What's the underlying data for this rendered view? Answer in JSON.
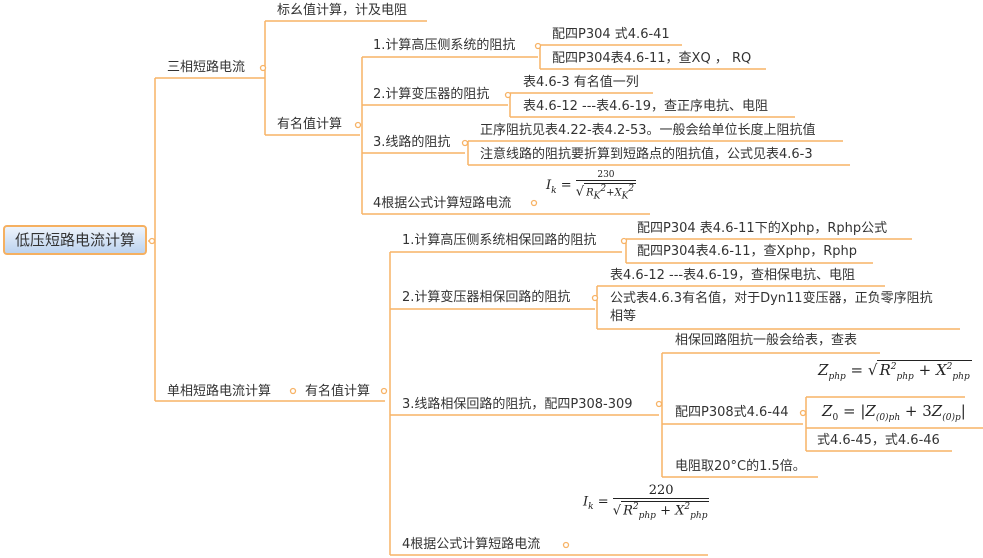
{
  "root": "低压短路电流计算",
  "three_phase": {
    "label": "三相短路电流",
    "per_unit": "标幺值计算，计及电阻",
    "named": {
      "label": "有名值计算",
      "steps": [
        {
          "label": "1.计算高压侧系统的阻抗",
          "children": [
            "配四P304 式4.6-41",
            "配四P304表4.6-11，查XQ ， RQ"
          ]
        },
        {
          "label": "2.计算变压器的阻抗",
          "children": [
            "表4.6-3 有名值一列",
            "表4.6-12 ---表4.6-19，查正序电抗、电阻"
          ]
        },
        {
          "label": "3.线路的阻抗",
          "children": [
            "正序阻抗见表4.22-表4.2-53。一般会给单位长度上阻抗值",
            "注意线路的阻抗要折算到短路点的阻抗值，公式见表4.6-3"
          ]
        },
        {
          "label": "4根据公式计算短路电流",
          "formula": {
            "lhs": "I",
            "lhs_sub": "k",
            "eq": "=",
            "numerator": "230",
            "r": "R",
            "r_sub": "K",
            "x": "X",
            "x_sub": "K",
            "exp": "2",
            "plus": "+"
          }
        }
      ]
    }
  },
  "single_phase": {
    "label": "单相短路电流计算",
    "named": {
      "label": "有名值计算",
      "steps": [
        {
          "label": "1.计算高压侧系统相保回路的阻抗",
          "children": [
            "配四P304 表4.6-11下的Xphp，Rphp公式",
            "配四P304表4.6-11，查Xphp，Rphp"
          ]
        },
        {
          "label": "2.计算变压器相保回路的阻抗",
          "children": [
            "表4.6-12 ---表4.6-19，查相保电抗、电阻",
            "公式表4.6.3有名值，对于Dyn11变压器，正负零序阻抗",
            "相等"
          ]
        },
        {
          "label": "3.线路相保回路的阻抗，配四P308-309",
          "children": [
            "相保回路阻抗一般会给表，查表",
            "配四P308式4.6-44",
            "电阻取20°C的1.5倍。"
          ],
          "sub": {
            "zphp": {
              "lhs": "Z",
              "lhs_sub": "php",
              "eq": "=",
              "r": "R",
              "x": "X",
              "sub": "php",
              "exp": "2",
              "plus": "+"
            },
            "z0": {
              "lhs": "Z",
              "lhs_sub": "0",
              "eq": "=",
              "a": "Z",
              "a_sub": "(0)ph",
              "plus": "+ 3",
              "b": "Z",
              "b_sub": "(0)p"
            },
            "eqs": "式4.6-45，式4.6-46"
          }
        },
        {
          "label": "4根据公式计算短路电流",
          "formula": {
            "lhs": "I",
            "lhs_sub": "k",
            "eq": "=",
            "numerator": "220",
            "r": "R",
            "x": "X",
            "sub": "pℎp",
            "exp": "2",
            "plus": "+"
          }
        }
      ]
    }
  },
  "colors": {
    "line": "#f7b366",
    "root_border": "#f5b061"
  }
}
